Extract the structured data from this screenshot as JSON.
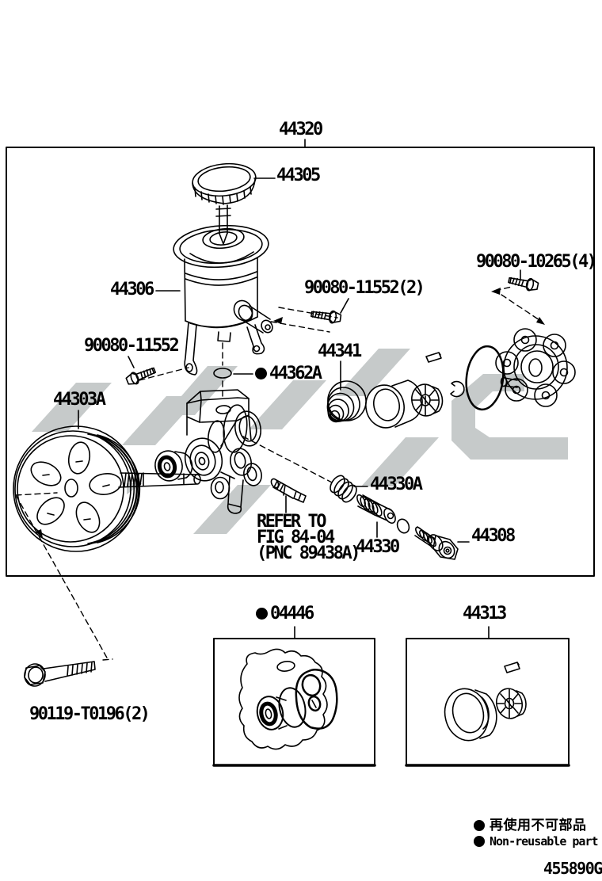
{
  "diagram": {
    "assembly": "44320",
    "code": "455890G",
    "parts": {
      "cap": "44305",
      "reservoir": "44306",
      "reservoir_bolt_pair": "90080-11552(2)",
      "cover_bolts": "90080-10265(4)",
      "reservoir_bolt": "90080-11552",
      "shaft_seal": "44341",
      "gasket_ring": "44362A",
      "pulley": "44303A",
      "valve_spring": "44330A",
      "flow_control_valve": "44330",
      "union_bolt": "44308",
      "front_seal_kit": "04446",
      "vane_pump_kit": "44313",
      "mounting_bolt": "90119-T0196(2)"
    },
    "note": {
      "line1": "REFER TO",
      "line2": "FIG 84-04",
      "line3": "(PNC 89438A)"
    },
    "legend": {
      "jp": "再使用不可部品",
      "en": "Non-reusable part"
    }
  }
}
